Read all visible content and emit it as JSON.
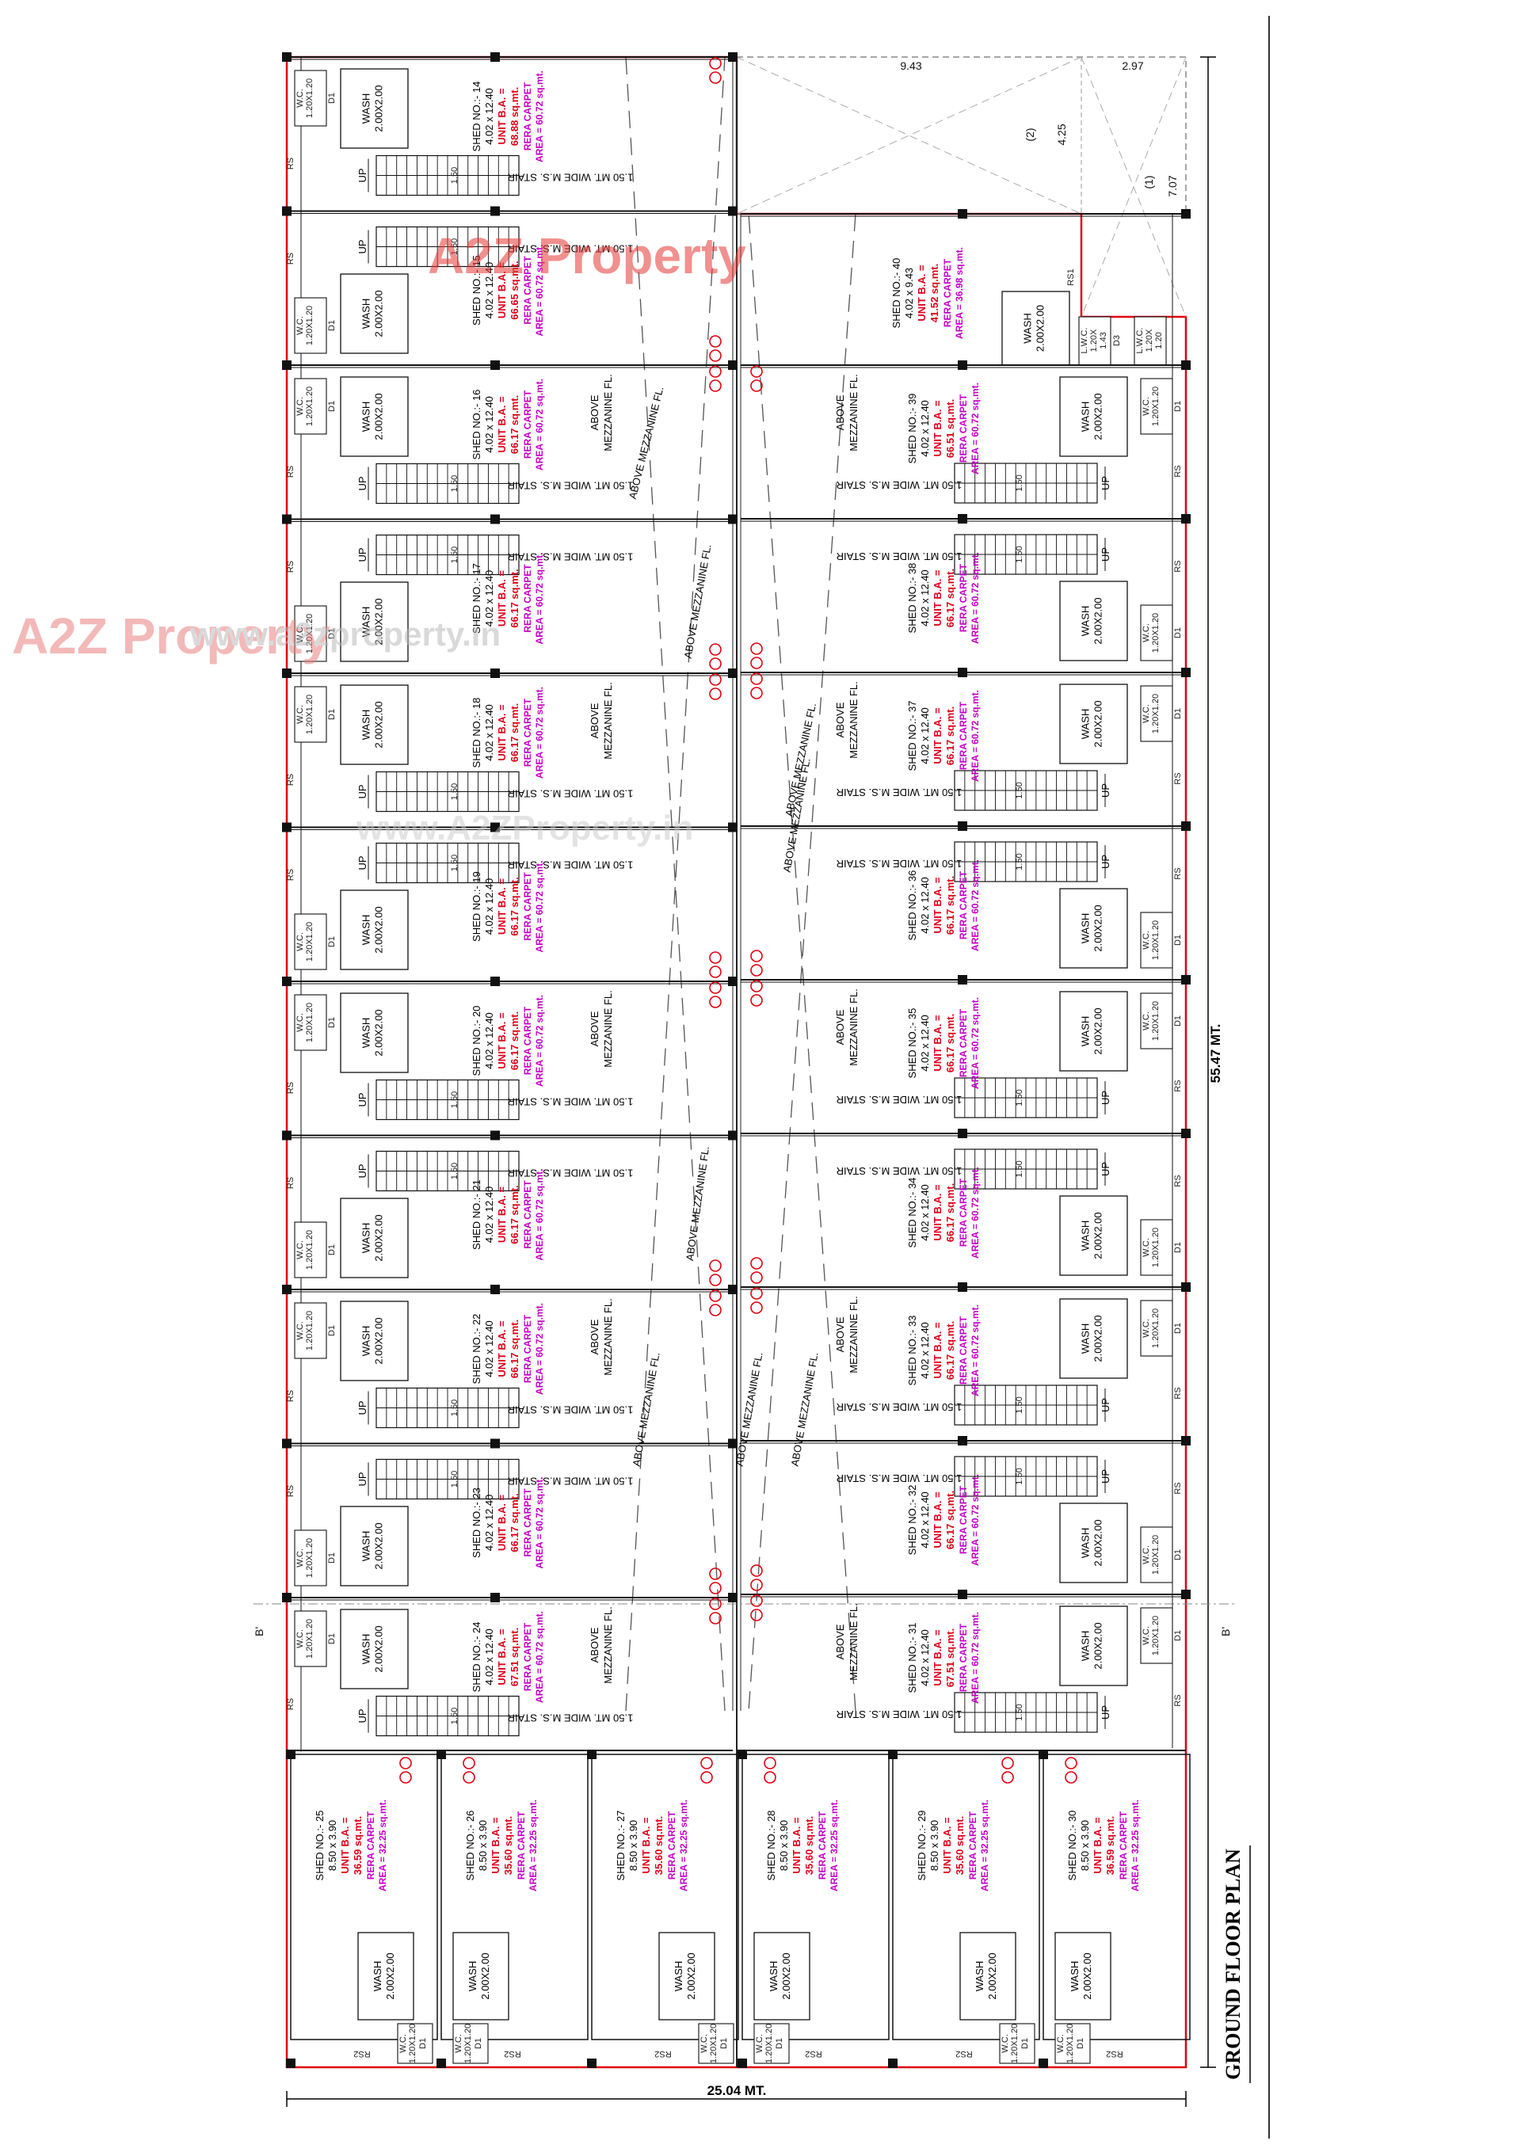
{
  "title": "GROUND FLOOR PLAN",
  "overall_width": "25.04 MT.",
  "overall_length": "55.47 MT.",
  "watermark_logo": "A2Z Property",
  "watermark_url": "www.a2zproperty.in",
  "watermark_url2": "www.A2ZProperty.in",
  "section_marker": "B'",
  "open_area": {
    "dim1": "9.43",
    "dim2": "2.97",
    "dim3": "4.25",
    "dim4": "7.07",
    "mark1": "(1)",
    "mark2": "(2)"
  },
  "labels": {
    "shed_prefix": "SHED NO.:-",
    "unit_ba": "UNIT B.A. =",
    "rera_carpet": "RERA CARPET",
    "wash": "WASH",
    "wash_size": "2.00X2.00",
    "wc": "W.C.",
    "wc_size": "1.20X1.20",
    "d1": "D1",
    "up": "UP",
    "stair": "1.50 MT. WIDE M.S. STAIR",
    "stair_w": "1.50",
    "above": "ABOVE",
    "mezz": "MEZZANINE FL.",
    "above_mezz": "ABOVE MEZZANINE FL.",
    "rs": "RS",
    "rs2": "RS2",
    "rs1": "RS1",
    "lwc": "L.W.C.",
    "lwc_size1": "1.20X",
    "lwc_size2": "1.43",
    "lwc_size3": "1.20",
    "d3": "D3"
  },
  "left_sheds": [
    {
      "no": "14",
      "size": "4.02 x 12.40",
      "ba": "68.88 sq.mt.",
      "carpet": "AREA = 60.72 sq.mt."
    },
    {
      "no": "15",
      "size": "4.02 x 12.40",
      "ba": "66.65 sq.mt.",
      "carpet": "AREA = 60.72 sq.mt."
    },
    {
      "no": "16",
      "size": "4.02 x 12.40",
      "ba": "66.17 sq.mt.",
      "carpet": "AREA = 60.72 sq.mt."
    },
    {
      "no": "17",
      "size": "4.02 x 12.40",
      "ba": "66.17 sq.mt.",
      "carpet": "AREA = 60.72 sq.mt."
    },
    {
      "no": "18",
      "size": "4.02 x 12.40",
      "ba": "66.17 sq.mt.",
      "carpet": "AREA = 60.72 sq.mt."
    },
    {
      "no": "19",
      "size": "4.02 x 12.40",
      "ba": "66.17 sq.mt.",
      "carpet": "AREA = 60.72 sq.mt."
    },
    {
      "no": "20",
      "size": "4.02 x 12.40",
      "ba": "66.17 sq.mt.",
      "carpet": "AREA = 60.72 sq.mt."
    },
    {
      "no": "21",
      "size": "4.02 x 12.40",
      "ba": "66.17 sq.mt.",
      "carpet": "AREA = 60.72 sq.mt."
    },
    {
      "no": "22",
      "size": "4.02 x 12.40",
      "ba": "66.17 sq.mt.",
      "carpet": "AREA = 60.72 sq.mt."
    },
    {
      "no": "23",
      "size": "4.02 x 12.40",
      "ba": "66.17 sq.mt.",
      "carpet": "AREA = 60.72 sq.mt."
    },
    {
      "no": "24",
      "size": "4.02 x 12.40",
      "ba": "67.51 sq.mt.",
      "carpet": "AREA = 60.72 sq.mt."
    }
  ],
  "right_sheds": [
    {
      "no": "40",
      "size": "4.02 x 9.43",
      "ba": "41.52 sq.mt.",
      "carpet": "AREA = 36.98 sq.mt."
    },
    {
      "no": "39",
      "size": "4.02 x 12.40",
      "ba": "66.51 sq.mt.",
      "carpet": "AREA = 60.72 sq.mt."
    },
    {
      "no": "38",
      "size": "4.02 x 12.40",
      "ba": "66.17 sq.mt.",
      "carpet": "AREA = 60.72 sq.mt."
    },
    {
      "no": "37",
      "size": "4.02 x 12.40",
      "ba": "66.17 sq.mt.",
      "carpet": "AREA = 60.72 sq.mt."
    },
    {
      "no": "36",
      "size": "4.02 x 12.40",
      "ba": "66.17 sq.mt.",
      "carpet": "AREA = 60.72 sq.mt."
    },
    {
      "no": "35",
      "size": "4.02 x 12.40",
      "ba": "66.17 sq.mt.",
      "carpet": "AREA = 60.72 sq.mt."
    },
    {
      "no": "34",
      "size": "4.02 x 12.40",
      "ba": "66.17 sq.mt.",
      "carpet": "AREA = 60.72 sq.mt."
    },
    {
      "no": "33",
      "size": "4.02 x 12.40",
      "ba": "66.17 sq.mt.",
      "carpet": "AREA = 60.72 sq.mt."
    },
    {
      "no": "32",
      "size": "4.02 x 12.40",
      "ba": "66.17 sq.mt.",
      "carpet": "AREA = 60.72 sq.mt."
    },
    {
      "no": "31",
      "size": "4.02 x 12.40",
      "ba": "67.51 sq.mt.",
      "carpet": "AREA = 60.72 sq.mt."
    }
  ],
  "bottom_sheds": [
    {
      "no": "25",
      "size": "8.50 x 3.90",
      "ba": "36.59 sq.mt.",
      "carpet": "AREA = 32.25 sq.mt."
    },
    {
      "no": "26",
      "size": "8.50 x 3.90",
      "ba": "35.60 sq.mt.",
      "carpet": "AREA = 32.25 sq.mt."
    },
    {
      "no": "27",
      "size": "8.50 x 3.90",
      "ba": "35.60 sq.mt.",
      "carpet": "AREA = 32.25 sq.mt."
    },
    {
      "no": "28",
      "size": "8.50 x 3.90",
      "ba": "35.60 sq.mt.",
      "carpet": "AREA = 32.25 sq.mt."
    },
    {
      "no": "29",
      "size": "8.50 x 3.90",
      "ba": "35.60 sq.mt.",
      "carpet": "AREA = 32.25 sq.mt."
    },
    {
      "no": "30",
      "size": "8.50 x 3.90",
      "ba": "36.59 sq.mt.",
      "carpet": "AREA = 32.25 sq.mt."
    }
  ]
}
